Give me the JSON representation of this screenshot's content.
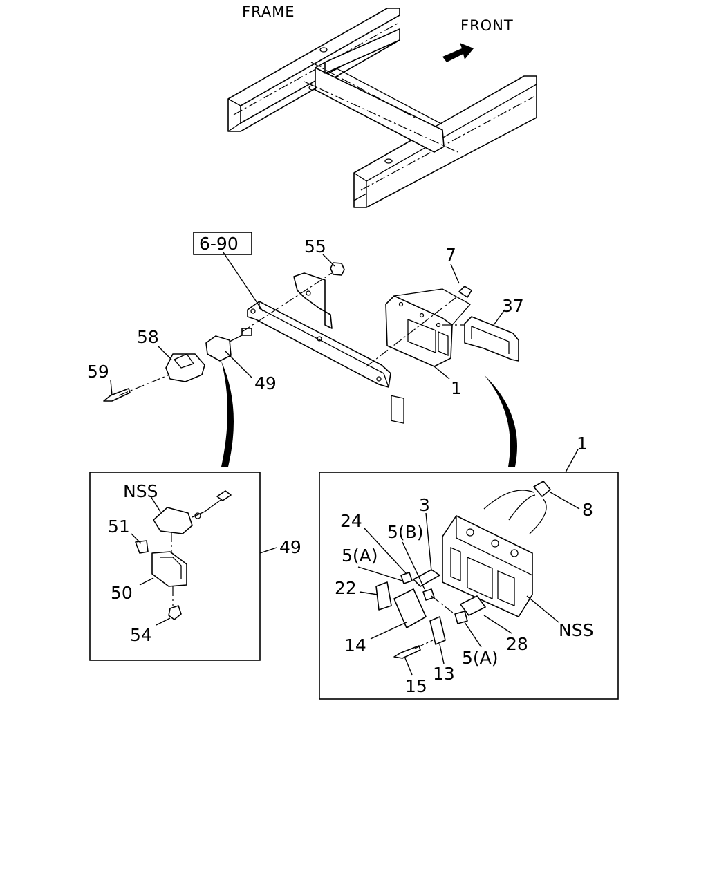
{
  "labels": {
    "frame": "FRAME",
    "front": "FRONT",
    "ref_6_90": "6-90",
    "p55": "55",
    "p7": "7",
    "p37": "37",
    "p58": "58",
    "p59": "59",
    "p49": "49",
    "p1": "1",
    "p1_detail": "1",
    "nss_left": "NSS",
    "p51": "51",
    "p50": "50",
    "p54": "54",
    "p49_detail": "49",
    "p3": "3",
    "p24": "24",
    "p5b": "5(B)",
    "p5a_top": "5(A)",
    "p22": "22",
    "p14": "14",
    "p15": "15",
    "p13": "13",
    "p5a_bottom": "5(A)",
    "p28": "28",
    "p8": "8",
    "nss_right": "NSS"
  }
}
